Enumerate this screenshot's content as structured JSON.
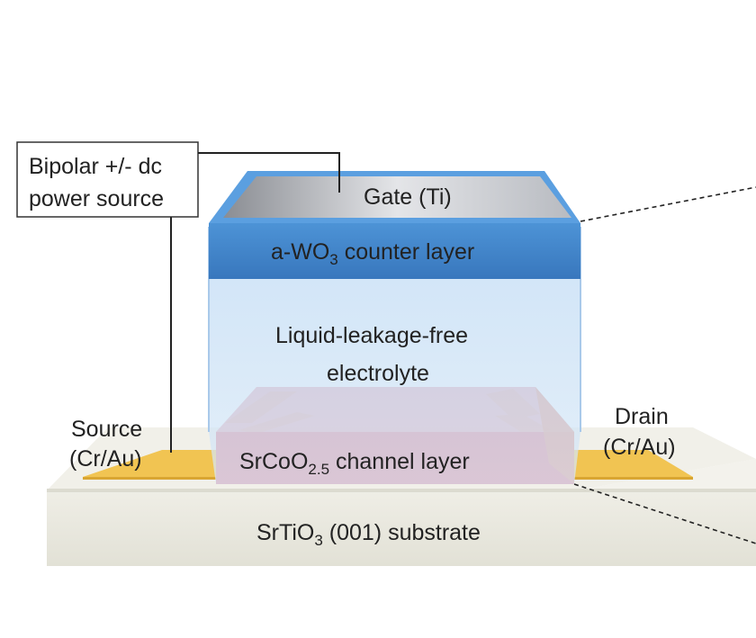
{
  "power_box": {
    "line1": "Bipolar +/- dc",
    "line2": "power source"
  },
  "gate": {
    "label": "Gate (Ti)"
  },
  "counter_layer": {
    "prefix": "a-WO",
    "subscript": "3",
    "suffix": " counter layer"
  },
  "electrolyte": {
    "line1": "Liquid-leakage-free",
    "line2": "electrolyte"
  },
  "channel": {
    "prefix": "SrCoO",
    "subscript": "2.5",
    "suffix": " channel layer"
  },
  "substrate": {
    "prefix": "SrTiO",
    "subscript": "3",
    "suffix": " (001) substrate"
  },
  "source": {
    "line1": "Source",
    "line2": "(Cr/Au)"
  },
  "drain": {
    "line1": "Drain",
    "line2": "(Cr/Au)"
  },
  "colors": {
    "substrate": "#e9e8dd",
    "electrode": "#f0c14a",
    "channel": "#e0707f",
    "electrolyte": "#cfe3f7",
    "counter_layer": "#3f86cc",
    "gate": "#c9cbd0"
  }
}
